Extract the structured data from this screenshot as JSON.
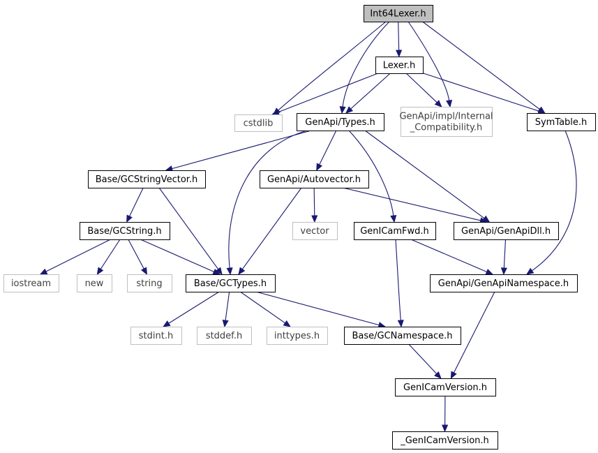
{
  "colors": {
    "edge": "#191970",
    "local_border": "#000000",
    "system_border": "#bfbfbf",
    "focus_fill": "#bfbfbf",
    "node_fill": "#ffffff"
  },
  "nodes": [
    {
      "id": "int64lexer",
      "lines": [
        "Int64Lexer.h"
      ],
      "kind": "focus"
    },
    {
      "id": "lexer",
      "lines": [
        "Lexer.h"
      ],
      "kind": "local"
    },
    {
      "id": "cstdlib",
      "lines": [
        "cstdlib"
      ],
      "kind": "system"
    },
    {
      "id": "genapi-types",
      "lines": [
        "GenApi/Types.h"
      ],
      "kind": "local"
    },
    {
      "id": "internal-compat",
      "lines": [
        "GenApi/impl/Internal",
        "_Compatibility.h"
      ],
      "kind": "system"
    },
    {
      "id": "symtable",
      "lines": [
        "SymTable.h"
      ],
      "kind": "local"
    },
    {
      "id": "gcstringvector",
      "lines": [
        "Base/GCStringVector.h"
      ],
      "kind": "local"
    },
    {
      "id": "autovector",
      "lines": [
        "GenApi/Autovector.h"
      ],
      "kind": "local"
    },
    {
      "id": "gcstring",
      "lines": [
        "Base/GCString.h"
      ],
      "kind": "local"
    },
    {
      "id": "vector",
      "lines": [
        "vector"
      ],
      "kind": "system"
    },
    {
      "id": "genicamfwd",
      "lines": [
        "GenICamFwd.h"
      ],
      "kind": "local"
    },
    {
      "id": "genapidll",
      "lines": [
        "GenApi/GenApiDll.h"
      ],
      "kind": "local"
    },
    {
      "id": "iostream",
      "lines": [
        "iostream"
      ],
      "kind": "system"
    },
    {
      "id": "new",
      "lines": [
        "new"
      ],
      "kind": "system"
    },
    {
      "id": "string",
      "lines": [
        "string"
      ],
      "kind": "system"
    },
    {
      "id": "gctypes",
      "lines": [
        "Base/GCTypes.h"
      ],
      "kind": "local"
    },
    {
      "id": "genapinamespace",
      "lines": [
        "GenApi/GenApiNamespace.h"
      ],
      "kind": "local"
    },
    {
      "id": "stdint",
      "lines": [
        "stdint.h"
      ],
      "kind": "system"
    },
    {
      "id": "stddef",
      "lines": [
        "stddef.h"
      ],
      "kind": "system"
    },
    {
      "id": "inttypes",
      "lines": [
        "inttypes.h"
      ],
      "kind": "system"
    },
    {
      "id": "gcnamespace",
      "lines": [
        "Base/GCNamespace.h"
      ],
      "kind": "local"
    },
    {
      "id": "genicamversion",
      "lines": [
        "GenICamVersion.h"
      ],
      "kind": "local"
    },
    {
      "id": "genicamversion-private",
      "lines": [
        "_GenICamVersion.h"
      ],
      "kind": "local"
    }
  ],
  "edges": [
    {
      "from": "int64lexer",
      "to": "lexer"
    },
    {
      "from": "int64lexer",
      "to": "cstdlib"
    },
    {
      "from": "int64lexer",
      "to": "genapi-types"
    },
    {
      "from": "int64lexer",
      "to": "internal-compat"
    },
    {
      "from": "int64lexer",
      "to": "symtable"
    },
    {
      "from": "lexer",
      "to": "cstdlib"
    },
    {
      "from": "lexer",
      "to": "genapi-types"
    },
    {
      "from": "lexer",
      "to": "internal-compat"
    },
    {
      "from": "lexer",
      "to": "symtable"
    },
    {
      "from": "genapi-types",
      "to": "gcstringvector"
    },
    {
      "from": "genapi-types",
      "to": "gctypes"
    },
    {
      "from": "genapi-types",
      "to": "autovector"
    },
    {
      "from": "genapi-types",
      "to": "genicamfwd"
    },
    {
      "from": "genapi-types",
      "to": "genapidll"
    },
    {
      "from": "symtable",
      "to": "genapinamespace"
    },
    {
      "from": "gcstringvector",
      "to": "gcstring"
    },
    {
      "from": "gcstringvector",
      "to": "gctypes"
    },
    {
      "from": "autovector",
      "to": "gctypes"
    },
    {
      "from": "autovector",
      "to": "vector"
    },
    {
      "from": "autovector",
      "to": "genapidll"
    },
    {
      "from": "gcstring",
      "to": "iostream"
    },
    {
      "from": "gcstring",
      "to": "new"
    },
    {
      "from": "gcstring",
      "to": "string"
    },
    {
      "from": "gcstring",
      "to": "gctypes"
    },
    {
      "from": "genicamfwd",
      "to": "gcnamespace"
    },
    {
      "from": "genicamfwd",
      "to": "genapinamespace"
    },
    {
      "from": "genapidll",
      "to": "genapinamespace"
    },
    {
      "from": "gctypes",
      "to": "stdint"
    },
    {
      "from": "gctypes",
      "to": "stddef"
    },
    {
      "from": "gctypes",
      "to": "inttypes"
    },
    {
      "from": "gctypes",
      "to": "gcnamespace"
    },
    {
      "from": "genapinamespace",
      "to": "genicamversion"
    },
    {
      "from": "gcnamespace",
      "to": "genicamversion"
    },
    {
      "from": "genicamversion",
      "to": "genicamversion-private"
    }
  ]
}
